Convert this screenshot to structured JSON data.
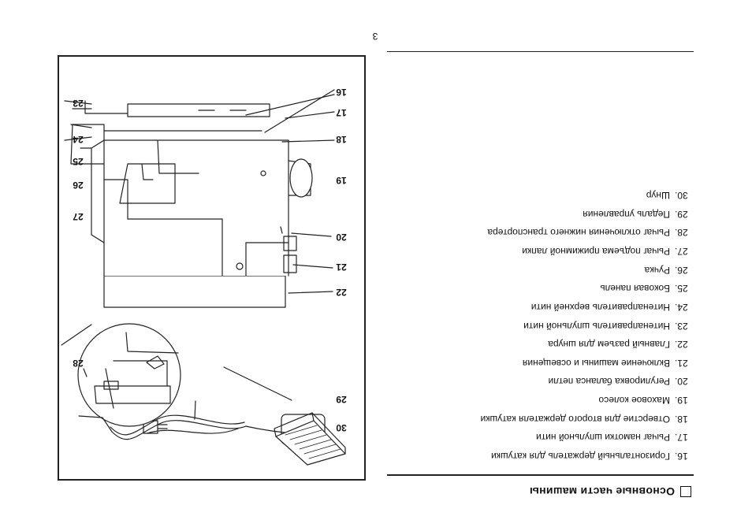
{
  "page_number": "3",
  "heading": "Основные части машины",
  "parts": [
    {
      "num": "16.",
      "label": "Горизонтальный держатель для катушки"
    },
    {
      "num": "17.",
      "label": "Рычаг намотки шпульной нити"
    },
    {
      "num": "18.",
      "label": "Отверстие для второго держателя катушки"
    },
    {
      "num": "19.",
      "label": "Маховое колесо"
    },
    {
      "num": "20.",
      "label": "Регулировка баланса петли"
    },
    {
      "num": "21.",
      "label": "Включение машины и освещения"
    },
    {
      "num": "22.",
      "label": "Главный разъем для шнура"
    },
    {
      "num": "23.",
      "label": "Нитенаправитель шпульной нити"
    },
    {
      "num": "24.",
      "label": "Нитенаправитель верхней нити"
    },
    {
      "num": "25.",
      "label": "Боковая панель"
    },
    {
      "num": "26.",
      "label": "Ручка"
    },
    {
      "num": "27.",
      "label": "Рычаг подъема прижимной лапки"
    },
    {
      "num": "28.",
      "label": "Рычаг отключения нижнего транспортера"
    },
    {
      "num": "29.",
      "label": "Педаль управления"
    },
    {
      "num": "30.",
      "label": "Шнур"
    }
  ],
  "callouts": {
    "c16": "16",
    "c17": "17",
    "c18": "18",
    "c19": "19",
    "c20": "20",
    "c21": "21",
    "c22": "22",
    "c23": "23",
    "c24": "24",
    "c25": "25",
    "c26": "26",
    "c27": "27",
    "c28": "28",
    "c29": "29",
    "c30": "30"
  }
}
